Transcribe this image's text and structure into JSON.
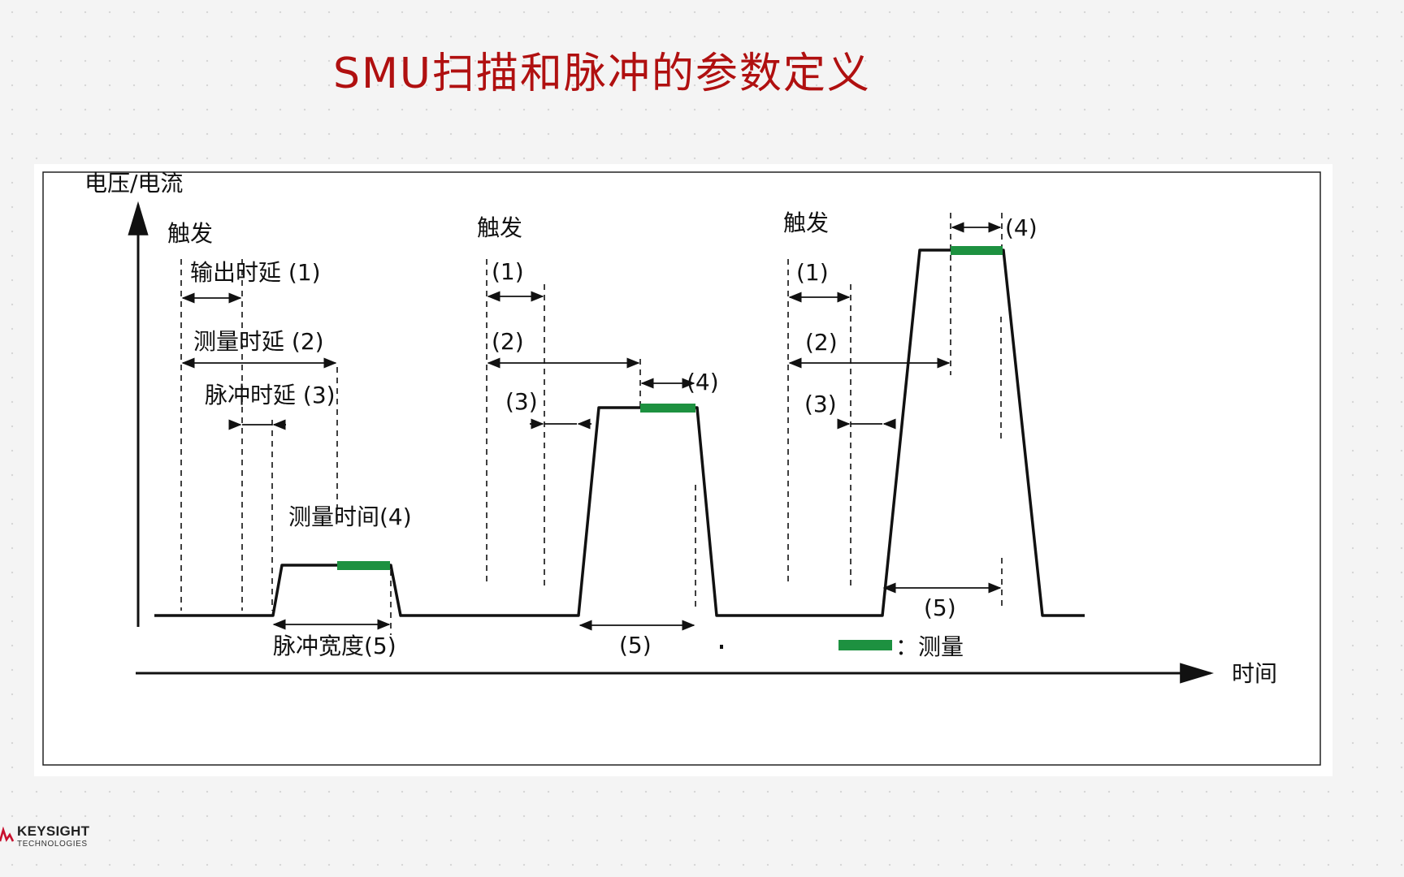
{
  "title": "SMU扫描和脉冲的参数定义",
  "diagram": {
    "y_axis_label": "电压/电流",
    "x_axis_label": "时间",
    "legend_text": "：测量",
    "colors": {
      "measure": "#1d9140",
      "title": "#b01010",
      "line": "#111111"
    },
    "pulse1": {
      "trigger": "触发",
      "output_delay": "输出时延 (1)",
      "measure_delay": "测量时延 (2)",
      "pulse_delay": "脉冲时延 (3)",
      "measure_time": "测量时间(4)",
      "pulse_width": "脉冲宽度(5)"
    },
    "pulse2": {
      "trigger": "触发",
      "label1": "(1)",
      "label2": "(2)",
      "label3": "(3)",
      "label4": "(4)",
      "label5": "(5)"
    },
    "pulse3": {
      "trigger": "触发",
      "label1": "(1)",
      "label2": "(2)",
      "label3": "(3)",
      "label4": "(4)",
      "label5": "(5)"
    }
  },
  "logo": {
    "brand": "KEYSIGHT",
    "sub": "TECHNOLOGIES"
  }
}
